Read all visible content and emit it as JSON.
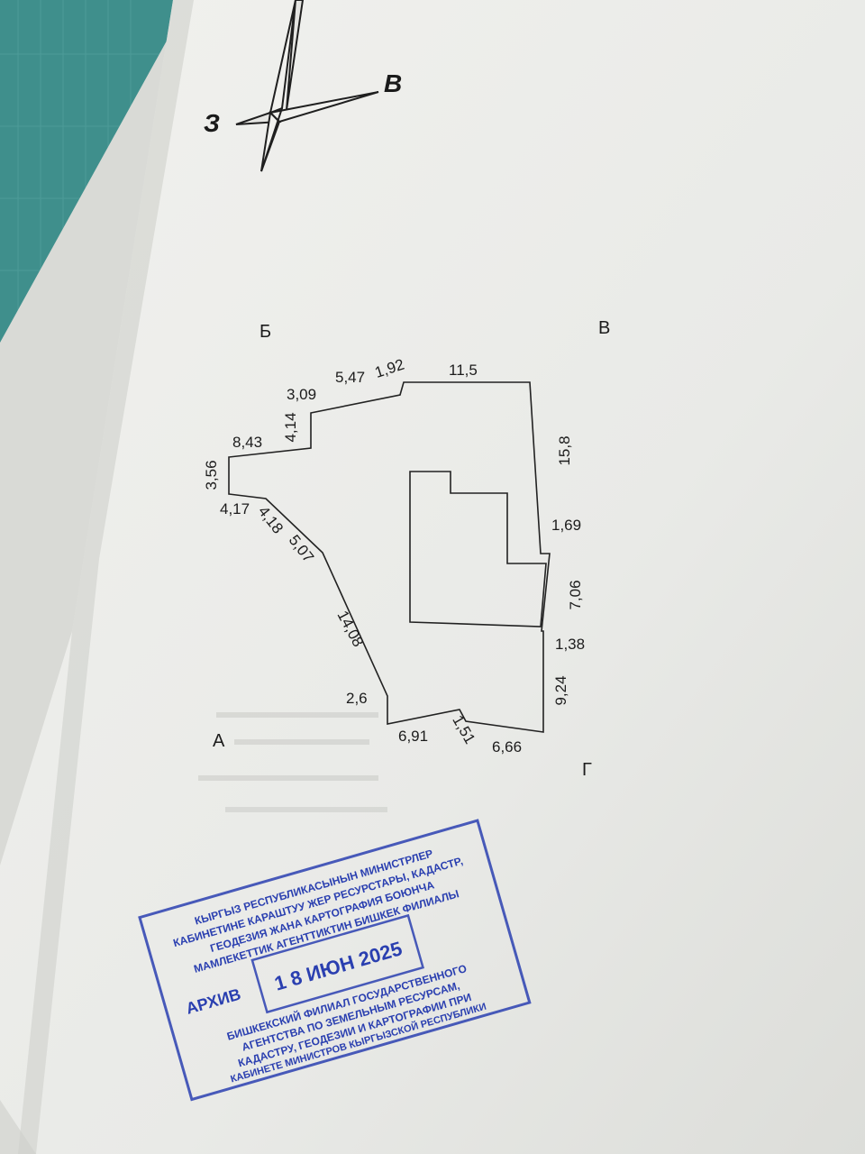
{
  "compass": {
    "west": "З",
    "east": "В"
  },
  "corners": {
    "a": "А",
    "b": "Б",
    "v": "В",
    "g": "Г"
  },
  "measurements": {
    "m_15_8": "15,8",
    "m_1_69": "1,69",
    "m_7_06": "7,06",
    "m_1_38": "1,38",
    "m_9_24": "9,24",
    "m_6_66": "6,66",
    "m_1_51": "1,51",
    "m_6_91": "6,91",
    "m_2_6": "2,6",
    "m_14_08": "14,08",
    "m_5_07": "5,07",
    "m_4_18": "4,18",
    "m_4_17": "4,17",
    "m_3_56": "3,56",
    "m_8_43": "8,43",
    "m_4_14": "4,14",
    "m_3_09": "3,09",
    "m_5_47": "5,47",
    "m_1_92": "1,92",
    "m_11_5": "11,5"
  },
  "stamp": {
    "line1": "КЫРГЫЗ РЕСПУБЛИКАСЫНЫН МИНИСТРЛЕР",
    "line2": "КАБИНЕТИНЕ КАРАШТУУ ЖЕР РЕСУРСТАРЫ, КАДАСТР,",
    "line3": "ГЕОДЕЗИЯ ЖАНА КАРТОГРАФИЯ БОЮНЧА",
    "line4": "МАМЛЕКЕТТИК АГЕНТТИКТИН БИШКЕК ФИЛИАЛЫ",
    "archive": "АРХИВ",
    "date": "1 8 ИЮН 2025",
    "line5": "БИШКЕКСКИЙ ФИЛИАЛ ГОСУДАРСТВЕННОГО",
    "line6": "АГЕНТСТВА ПО ЗЕМЕЛЬНЫМ РЕСУРСАМ,",
    "line7": "КАДАСТРУ, ГЕОДЕЗИИ И КАРТОГРАФИИ ПРИ",
    "line8": "КАБИНЕТЕ МИНИСТРОВ КЫРГЫЗСКОЙ РЕСПУБЛИКИ",
    "color": "#2a3fb0"
  },
  "colors": {
    "paper": "#ecedea",
    "background": "#3f8f8c",
    "ink": "#1c1c1c"
  }
}
